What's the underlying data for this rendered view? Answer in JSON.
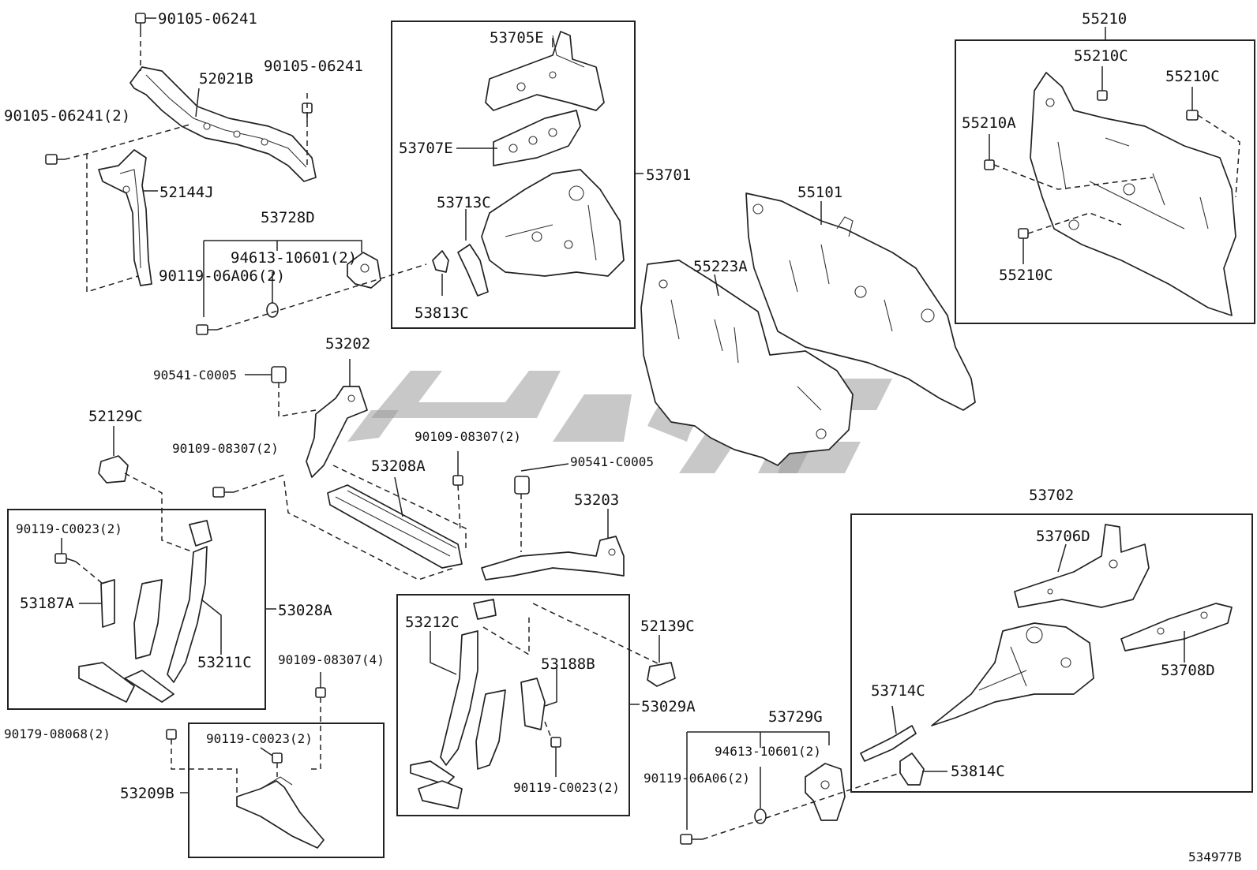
{
  "diagram": {
    "image_code": "534977B",
    "labels": {
      "p90105_06241_top": "90105-06241",
      "p90105_06241_mid": "90105-06241",
      "p90105_06241_2": "90105-06241(2)",
      "p52021B": "52021B",
      "p52144J": "52144J",
      "p53728D": "53728D",
      "p94613_10601_2_left": "94613-10601(2)",
      "p90119_06A06_2_left": "90119-06A06(2)",
      "p53705E": "53705E",
      "p53707E": "53707E",
      "p53713C": "53713C",
      "p53813C": "53813C",
      "p53701": "53701",
      "p55101": "55101",
      "p55223A": "55223A",
      "p55210": "55210",
      "p55210C_a": "55210C",
      "p55210C_b": "55210C",
      "p55210A": "55210A",
      "p55210C_c": "55210C",
      "p53202": "53202",
      "p90541_C0005_left": "90541-C0005",
      "p52129C": "52129C",
      "p90109_08307_2_left": "90109-08307(2)",
      "p90109_08307_2_mid": "90109-08307(2)",
      "p53208A": "53208A",
      "p90541_C0005_right": "90541-C0005",
      "p53203": "53203",
      "p90119_C0023_2_box": "90119-C0023(2)",
      "p53187A": "53187A",
      "p53211C": "53211C",
      "p53028A": "53028A",
      "p90109_08307_4": "90109-08307(4)",
      "p90179_08068_2": "90179-08068(2)",
      "p90119_C0023_2_lower": "90119-C0023(2)",
      "p53209B": "53209B",
      "p53212C": "53212C",
      "p53188B": "53188B",
      "p52139C": "52139C",
      "p53029A": "53029A",
      "p90119_C0023_2_right": "90119-C0023(2)",
      "p53702": "53702",
      "p53706D": "53706D",
      "p53708D": "53708D",
      "p53714C": "53714C",
      "p53729G": "53729G",
      "p94613_10601_2_right": "94613-10601(2)",
      "p90119_06A06_2_right": "90119-06A06(2)",
      "p53814C": "53814C"
    }
  },
  "colors": {
    "line": "#222222",
    "watermark": "#9a9a9a",
    "background": "#ffffff"
  }
}
